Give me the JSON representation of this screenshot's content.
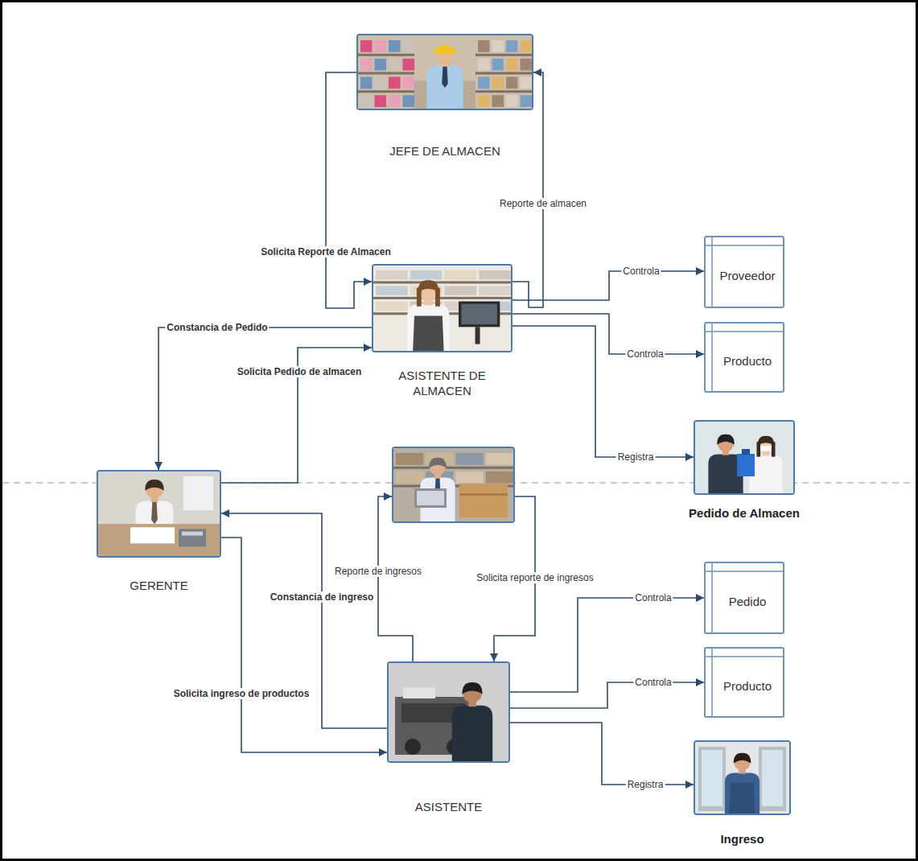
{
  "diagram": {
    "nodes": [
      {
        "text": [
          "JEFE DE ALMACEN"
        ]
      },
      {
        "text": [
          "ASISTENTE DE ALMACEN"
        ]
      },
      {
        "text": [
          "Proveedor"
        ]
      },
      {
        "text": [
          "Producto"
        ]
      },
      {
        "text": [
          "Pedido de Almacen"
        ]
      },
      {
        "text": [
          "GERENTE"
        ]
      },
      {
        "text": []
      },
      {
        "text": [
          "ASISTENTE"
        ]
      },
      {
        "text": [
          "Pedido"
        ]
      },
      {
        "text": [
          "Producto"
        ]
      },
      {
        "text": [
          "Ingreso"
        ]
      }
    ],
    "edges": [
      {
        "from": 0,
        "to": 1,
        "arrow": "to",
        "label": "Solicita Reporte de Almacen"
      },
      {
        "from": 1,
        "to": 0,
        "arrow": "to",
        "label": "Reporte de almacen"
      },
      {
        "from": 1,
        "to": 5,
        "arrow": "to",
        "label": "Constancia de Pedido"
      },
      {
        "from": 5,
        "to": 1,
        "arrow": "to",
        "label": "Solicita Pedido de almacen"
      },
      {
        "from": 1,
        "to": 2,
        "arrow": "to",
        "label": "Controla"
      },
      {
        "from": 1,
        "to": 3,
        "arrow": "to",
        "label": "Controla"
      },
      {
        "from": 1,
        "to": 4,
        "arrow": "to",
        "label": "Registra"
      },
      {
        "from": 7,
        "to": 5,
        "arrow": "to",
        "label": "Constancia de ingreso"
      },
      {
        "from": 5,
        "to": 7,
        "arrow": "to",
        "label": "Solicita ingreso de productos"
      },
      {
        "from": 7,
        "to": 6,
        "arrow": "to",
        "label": "Reporte de ingresos"
      },
      {
        "from": 6,
        "to": 7,
        "arrow": "to",
        "label": "Solicita reporte de ingresos"
      },
      {
        "from": 7,
        "to": 8,
        "arrow": "to",
        "label": "Controla"
      },
      {
        "from": 7,
        "to": 9,
        "arrow": "to",
        "label": "Controla"
      },
      {
        "from": 7,
        "to": 10,
        "arrow": "to",
        "label": "Registra"
      }
    ]
  }
}
